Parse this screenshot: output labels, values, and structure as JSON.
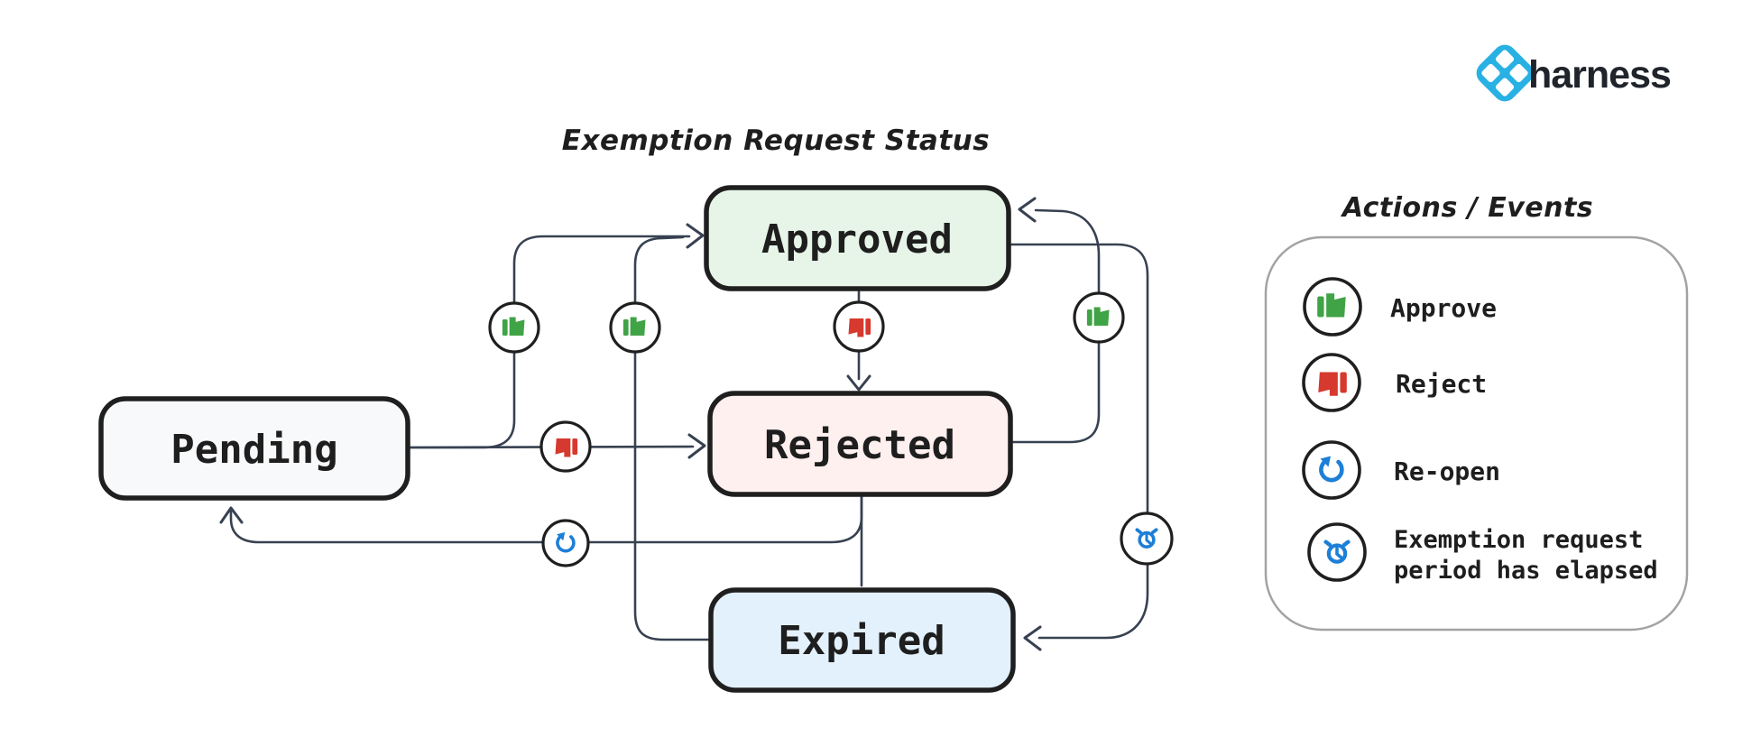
{
  "diagram": {
    "title": "Exemption Request Status",
    "states": [
      {
        "id": "pending",
        "label": "Pending",
        "fill": "#f8f9fa"
      },
      {
        "id": "approved",
        "label": "Approved",
        "fill": "#e7f5e9"
      },
      {
        "id": "rejected",
        "label": "Rejected",
        "fill": "#fdf0ee"
      },
      {
        "id": "expired",
        "label": "Expired",
        "fill": "#e2f1fc"
      }
    ],
    "transitions": [
      {
        "from": "Pending",
        "to": "Approved",
        "action": "Approve"
      },
      {
        "from": "Pending",
        "to": "Rejected",
        "action": "Reject"
      },
      {
        "from": "Approved",
        "to": "Rejected",
        "action": "Reject"
      },
      {
        "from": "Rejected",
        "to": "Approved",
        "action": "Approve"
      },
      {
        "from": "Rejected",
        "to": "Pending",
        "action": "Re-open"
      },
      {
        "from": "Rejected",
        "to": "Expired",
        "action": ""
      },
      {
        "from": "Approved",
        "to": "Expired",
        "action": "Exemption request period has elapsed"
      },
      {
        "from": "Expired",
        "to": "Approved",
        "action": "Approve"
      }
    ]
  },
  "legend": {
    "title": "Actions / Events",
    "items": [
      {
        "icon": "thumbs-up-icon",
        "label": "Approve"
      },
      {
        "icon": "thumbs-down-icon",
        "label": "Reject"
      },
      {
        "icon": "reopen-icon",
        "label": "Re-open"
      },
      {
        "icon": "alarm-clock-icon",
        "label": "Exemption request period has elapsed",
        "label_line1": "Exemption request",
        "label_line2": "period has elapsed"
      }
    ]
  },
  "logo": {
    "text": "harness"
  },
  "colors": {
    "approve_green": "#40a346",
    "reject_red": "#d6392e",
    "action_blue": "#1d7fd7",
    "edge_gray": "#374151",
    "pending_fill": "#f8f9fa",
    "approved_fill": "#e7f5e9",
    "rejected_fill": "#fdf0ee",
    "expired_fill": "#e2f1fc",
    "harness_blue": "#2ab1e4"
  }
}
